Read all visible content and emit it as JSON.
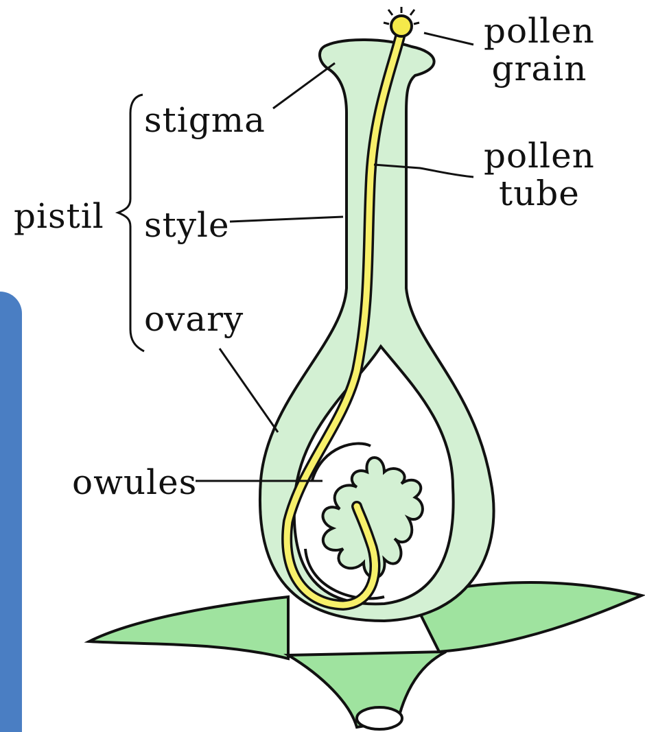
{
  "labels": {
    "pollen_grain_1": "pollen",
    "pollen_grain_2": "grain",
    "pollen_tube_1": "pollen",
    "pollen_tube_2": "tube",
    "stigma": "stigma",
    "style": "style",
    "ovary": "ovary",
    "pistil": "pistil",
    "ovules": "owules"
  },
  "colors": {
    "pistil_fill": "#d3f0d3",
    "inner_fill": "#e6f7e6",
    "leaf_fill": "#9fe39f",
    "pollen_tube": "#f7f06a",
    "pollen_grain": "#f5e94a",
    "side_panel": "#4a7ec3"
  }
}
